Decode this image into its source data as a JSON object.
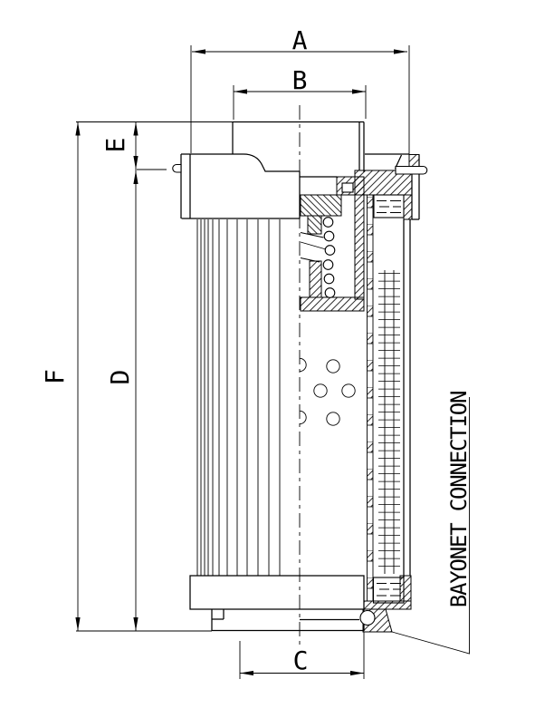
{
  "page": {
    "background": "#ffffff",
    "ink": "#000000"
  },
  "dimensions": {
    "a": {
      "label": "A"
    },
    "b": {
      "label": "B"
    },
    "c": {
      "label": "C"
    },
    "d": {
      "label": "D"
    },
    "e": {
      "label": "E"
    },
    "f": {
      "label": "F"
    }
  },
  "annotation": {
    "label": "BAYONET CONNECTION"
  }
}
